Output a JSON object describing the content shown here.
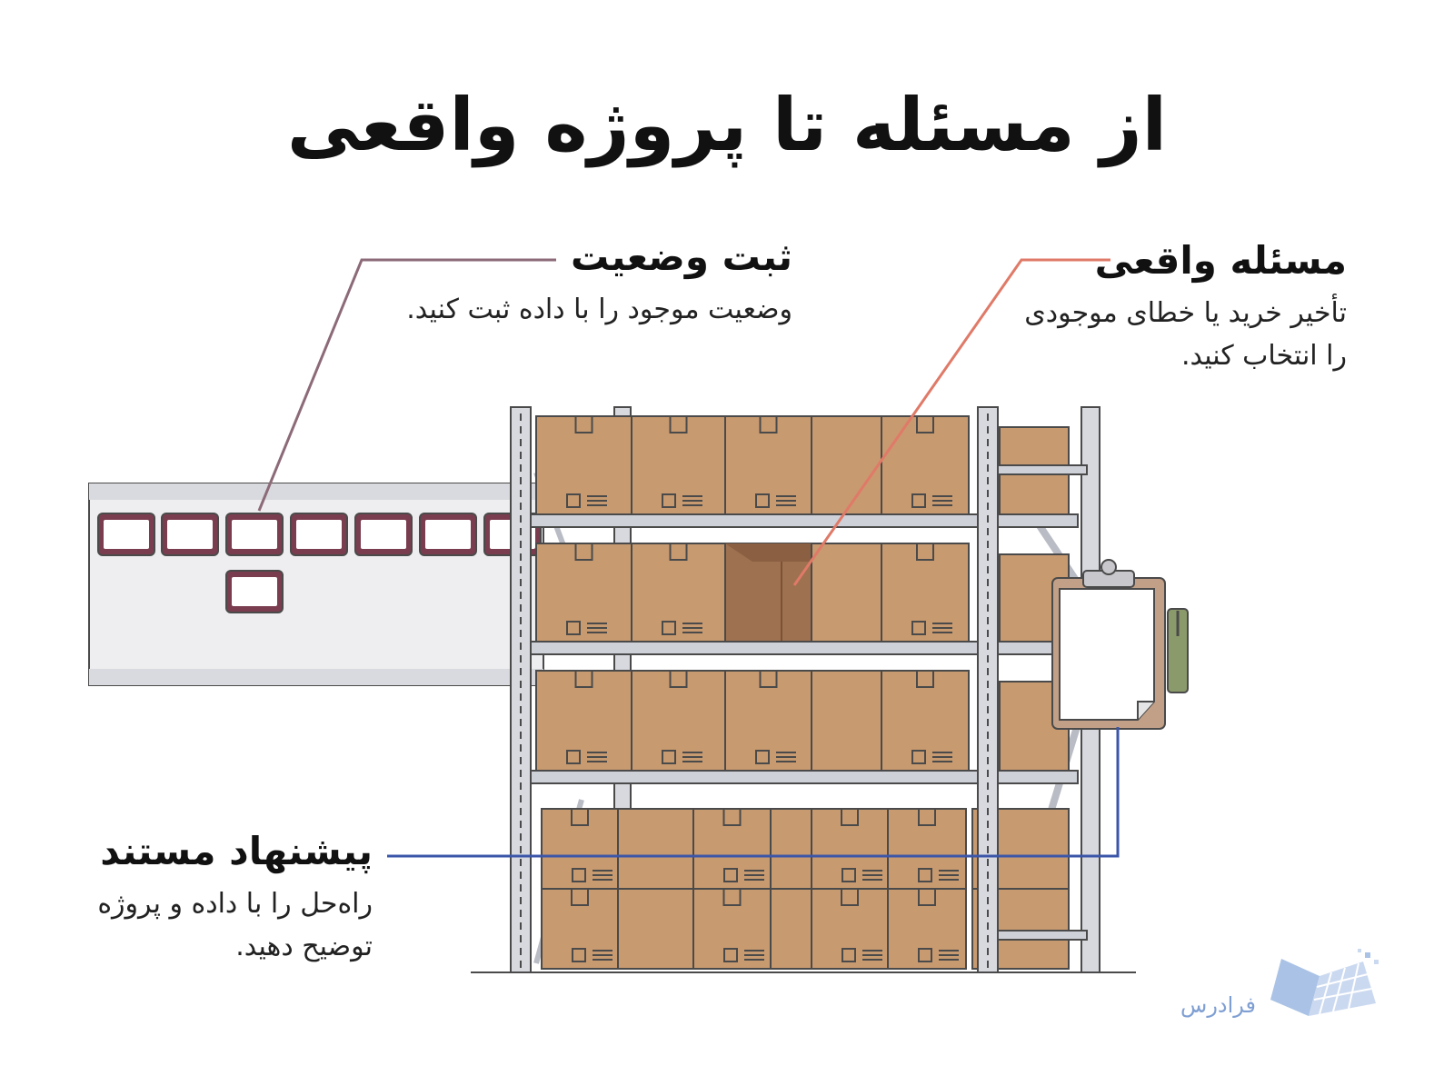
{
  "title": "از مسئله تا پروژه واقعی",
  "callouts": {
    "record_status": {
      "heading": "ثبت وضعیت",
      "body": "وضعیت موجود را با داده ثبت کنید.",
      "line_color": "#8c6a78"
    },
    "real_problem": {
      "heading": "مسئله واقعی",
      "body": "تأخیر خرید یا خطای موجودی را انتخاب کنید.",
      "line_color": "#e07a68"
    },
    "documented_proposal": {
      "heading": "پیشنهاد مستند",
      "body": "راه‌حل را با داده و پروژه توضیح دهید.",
      "line_color": "#3b56a8"
    }
  },
  "brand": {
    "name": "فرادرس",
    "icon": "open-book-logo-icon",
    "color": "#7f9fd3"
  },
  "colors": {
    "box": "#c89a70",
    "box_dark": "#9e7150",
    "rack": "#d7d9df",
    "outline": "#4a4a4a",
    "screen_frame": "#7a3d4f",
    "clipboard": "#c2a088"
  }
}
